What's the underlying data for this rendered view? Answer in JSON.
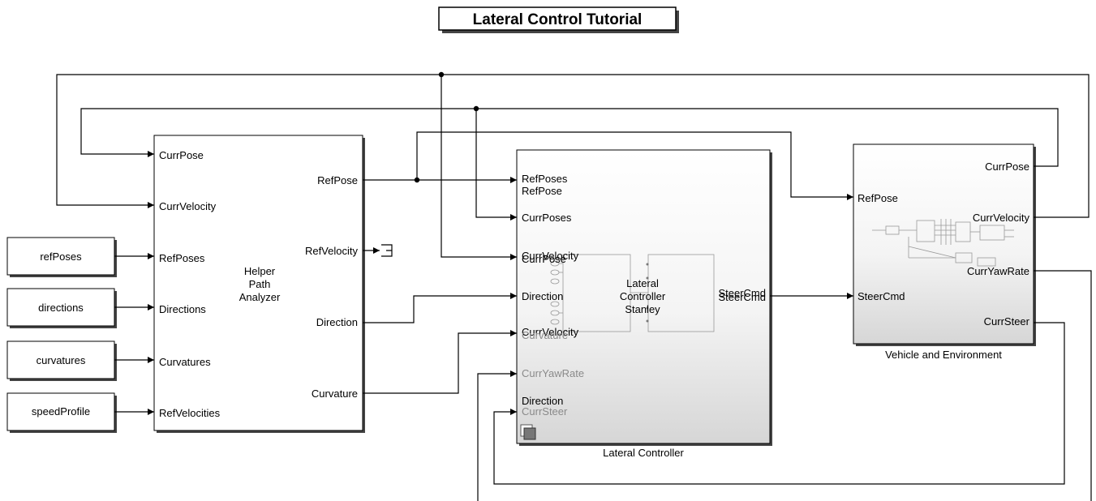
{
  "title": "Lateral Control Tutorial",
  "sources": {
    "ref_poses": "refPoses",
    "directions": "directions",
    "curvatures": "curvatures",
    "speed_profile": "speedProfile"
  },
  "path_analyzer": {
    "name_line1": "Helper",
    "name_line2": "Path",
    "name_line3": "Analyzer",
    "inputs": [
      "CurrPose",
      "CurrVelocity",
      "RefPoses",
      "Directions",
      "Curvatures",
      "RefVelocities"
    ],
    "outputs": [
      "RefPose",
      "RefVelocity",
      "Direction",
      "Curvature"
    ]
  },
  "lateral_controller": {
    "caption": "Lateral Controller",
    "inner_line1": "Lateral",
    "inner_line2": "Controller",
    "inner_line3": "Stanley",
    "ports": {
      "refposes": "RefPoses",
      "refpose": "RefPose",
      "currposes": "CurrPoses",
      "currvelocity_a": "CurrVelocity",
      "currpose": "CurrPose",
      "direction": "Direction",
      "currvelocity_b": "CurrVelocity",
      "curvature": "Curvature",
      "curryawrate": "CurrYawRate",
      "direction_b": "Direction",
      "currsteer": "CurrSteer",
      "steercmd_a": "SteerCmd",
      "steercmd_b": "SteerCmd"
    }
  },
  "vehicle": {
    "caption": "Vehicle and Environment",
    "inputs": [
      "RefPose",
      "SteerCmd"
    ],
    "outputs": [
      "CurrPose",
      "CurrVelocity",
      "CurrYawRate",
      "CurrSteer"
    ]
  },
  "colors": {
    "line": "#000000",
    "block_gradient_start": "#ffffff",
    "block_gradient_end": "#d8d8d8",
    "dim_text": "#8a8a8a"
  }
}
